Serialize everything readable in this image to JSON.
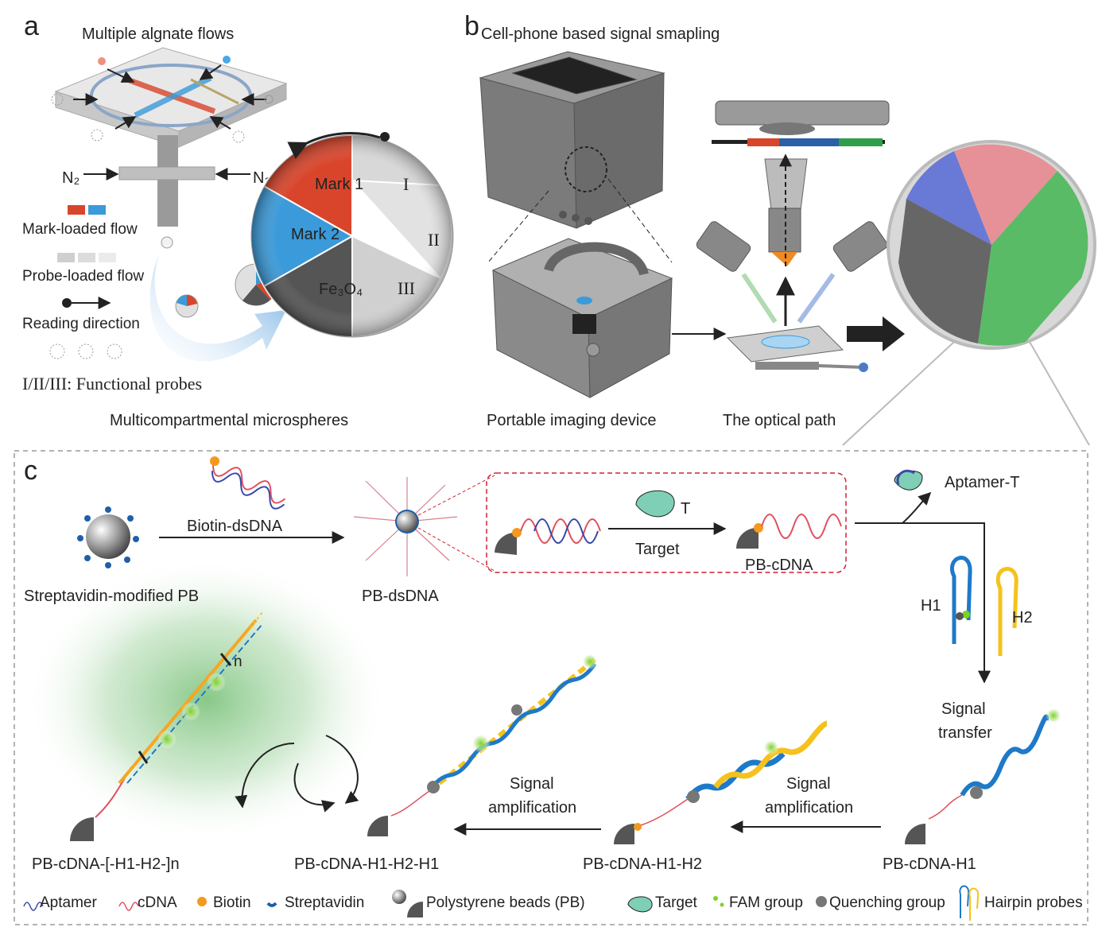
{
  "panel_a": {
    "letter": "a",
    "title": "Multiple algnate flows",
    "n2_left": "N₂",
    "n2_right": "N₂",
    "mark_flow": "Mark-loaded flow",
    "probe_flow": "Probe-loaded flow",
    "reading_direction": "Reading direction",
    "functional_probes": "I/II/III: Functional probes",
    "caption": "Multicompartmental microspheres",
    "pie_labels": [
      "Mark 1",
      "Mark 2",
      "Fe₃O₄",
      "I",
      "II",
      "III"
    ],
    "colors": {
      "mark1": "#d9452b",
      "mark2": "#3b9ad9",
      "fe": "#555555",
      "light": "#d6d6d6"
    }
  },
  "panel_b": {
    "letter": "b",
    "title": "Cell-phone based signal smapling",
    "caption_device": "Portable imaging device",
    "caption_optical": "The optical path"
  },
  "panel_c": {
    "letter": "c",
    "streptavidin_pb": "Streptavidin-modified PB",
    "biotin_dsdna": "Biotin-dsDNA",
    "pb_dsdna": "PB-dsDNA",
    "t": "T",
    "target": "Target",
    "pb_cdna": "PB-cDNA",
    "aptamer_t": "Aptamer-T",
    "h1": "H1",
    "h2": "H2",
    "signal_transfer": [
      "Signal",
      "transfer"
    ],
    "signal_amplification": [
      "Signal",
      "amplification"
    ],
    "pb_cdna_h1": "PB-cDNA-H1",
    "pb_cdna_h1_h2": "PB-cDNA-H1-H2",
    "pb_cdna_h1_h2_h1": "PB-cDNA-H1-H2-H1",
    "pb_cdna_n": "PB-cDNA-[-H1-H2-]n",
    "n": "n"
  },
  "legend": {
    "aptamer": "Aptamer",
    "cdna": "cDNA",
    "biotin": "Biotin",
    "streptavidin": "Streptavidin",
    "pb": "Polystyrene beads (PB)",
    "target": "Target",
    "fam": "FAM group",
    "quenching": "Quenching group",
    "hairpin": "Hairpin probes"
  }
}
